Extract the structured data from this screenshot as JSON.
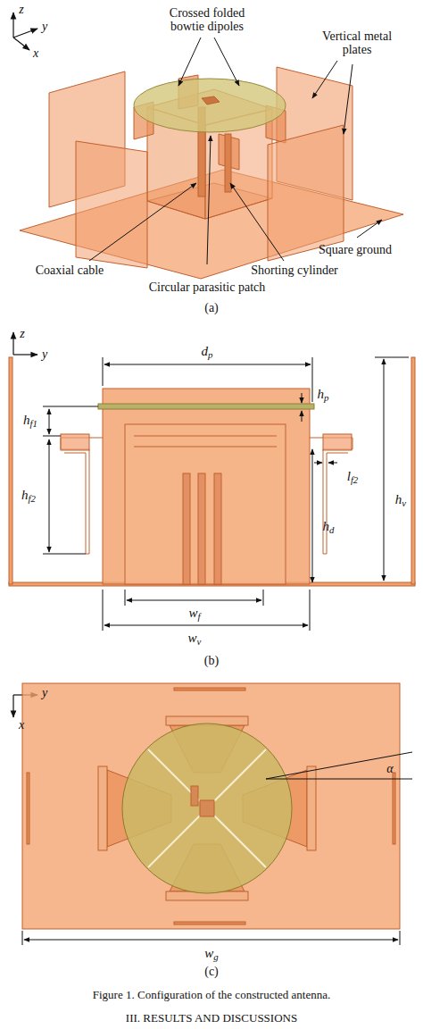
{
  "diagram": {
    "caption": "Figure 1. Configuration of the constructed antenna.",
    "labels": [
      "Crossed folded bowtie dipoles",
      "z",
      "y",
      "x",
      "Vertical metal plates",
      "Square ground",
      "Coaxial cable",
      "Shorting cylinder",
      "Circular parasitic patch",
      "(a)",
      "z",
      "y",
      "dp",
      "hf1",
      "hp",
      "lf2",
      "hf2",
      "hd",
      "hv",
      "wf",
      "wv",
      "(b)",
      "x",
      "y",
      "α",
      "wg",
      "(c)",
      "III. RESULTS AND DISCUSSIONS"
    ]
  }
}
